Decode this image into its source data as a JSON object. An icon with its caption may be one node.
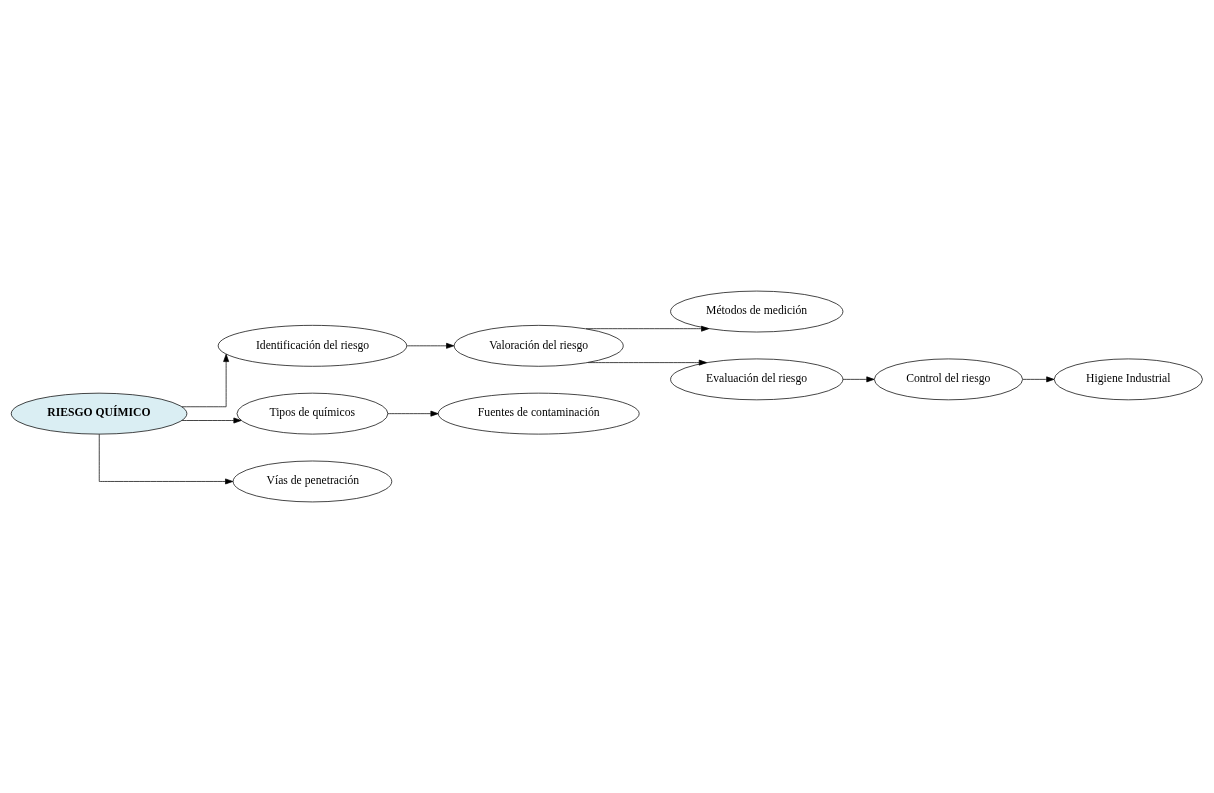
{
  "diagram": {
    "nodes": [
      {
        "text": [
          "Métodos de medición"
        ]
      },
      {
        "text": [
          "Valoración del riesgo"
        ]
      },
      {
        "text": [
          "Evaluación del riesgo"
        ]
      },
      {
        "text": [
          "Identificación del riesgo"
        ]
      },
      {
        "text": [
          "RIESGO QUÍMICO"
        ]
      },
      {
        "text": [
          "Control del riesgo"
        ]
      },
      {
        "text": [
          "Tipos de químicos"
        ]
      },
      {
        "text": [
          "Higiene Industrial"
        ]
      },
      {
        "text": [
          "Fuentes de contaminación"
        ]
      },
      {
        "text": [
          "Vías de penetración"
        ]
      }
    ],
    "edges": [
      {
        "from": 4,
        "to": 3,
        "arrow": "to"
      },
      {
        "from": 3,
        "to": 1,
        "arrow": "to"
      },
      {
        "from": 1,
        "to": 0,
        "arrow": "to"
      },
      {
        "from": 1,
        "to": 2,
        "arrow": "to"
      },
      {
        "from": 2,
        "to": 5,
        "arrow": "to"
      },
      {
        "from": 5,
        "to": 7,
        "arrow": "to"
      },
      {
        "from": 4,
        "to": 6,
        "arrow": "to"
      },
      {
        "from": 6,
        "to": 8,
        "arrow": "to"
      },
      {
        "from": 4,
        "to": 9,
        "arrow": "to"
      }
    ]
  }
}
